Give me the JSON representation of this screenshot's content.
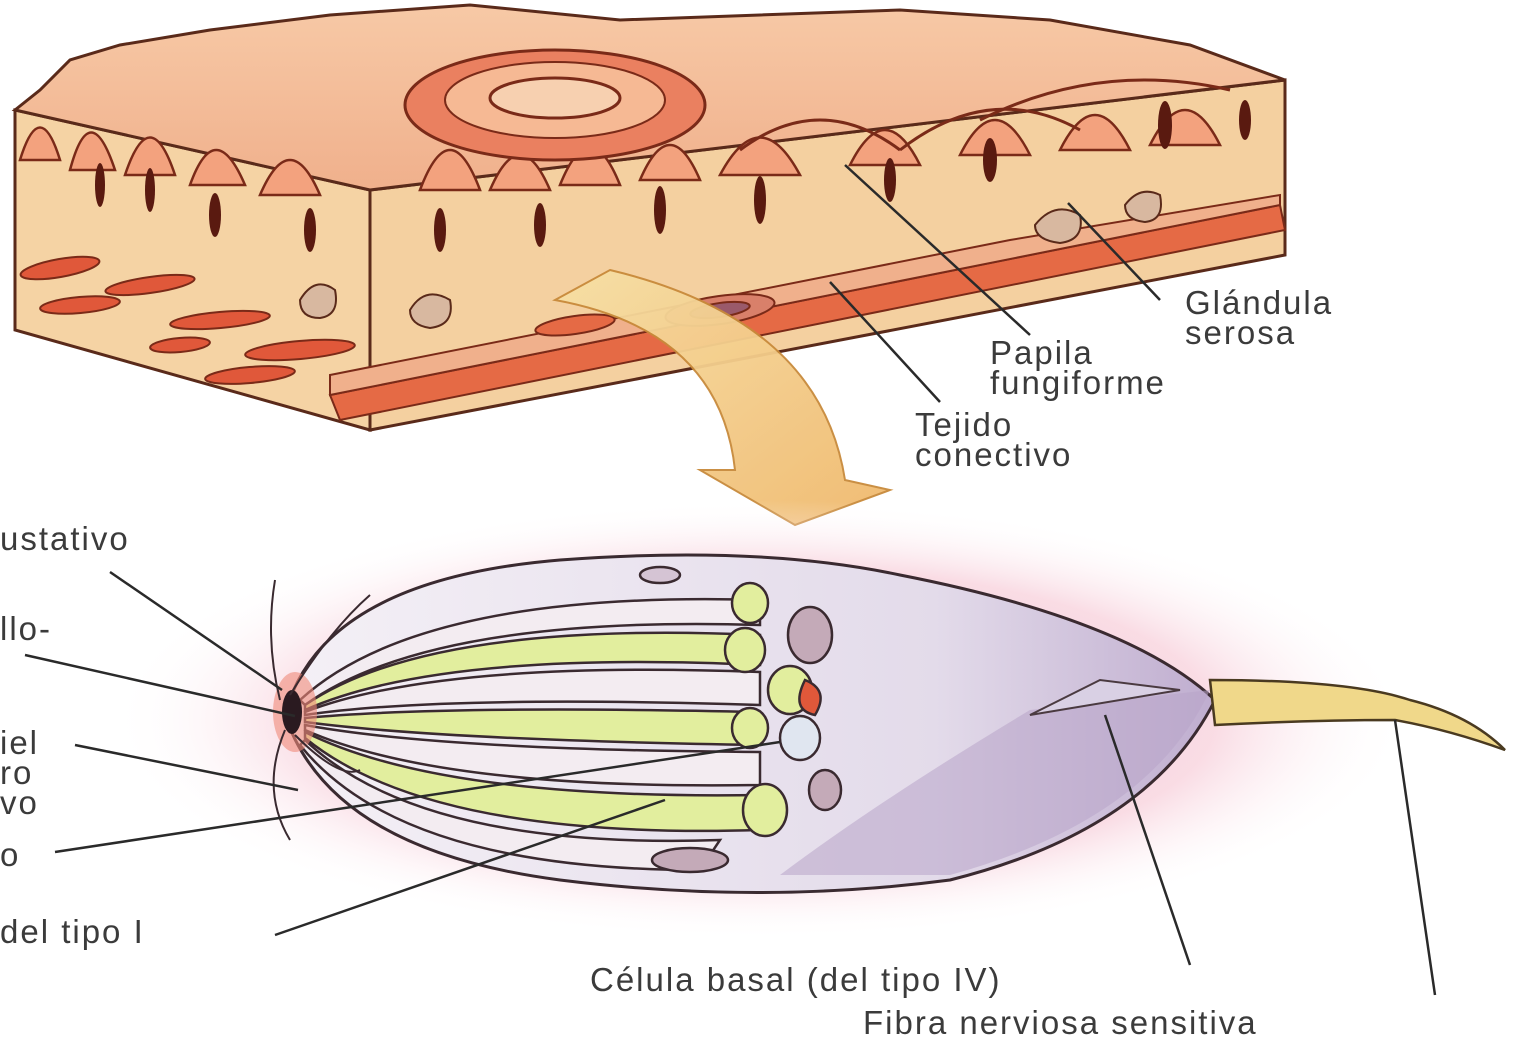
{
  "labels": {
    "glandula": [
      "Glándula",
      "serosa"
    ],
    "papila": [
      "Papila",
      "fungiforme"
    ],
    "tejido": [
      "Tejido",
      "conectivo"
    ],
    "poro": [
      "ustativo"
    ],
    "microvellosidad": [
      "llo-"
    ],
    "celula_sosten": [
      "iel",
      "ro",
      "vo"
    ],
    "celula_tipo2": [
      "o"
    ],
    "celula_tipo1": [
      "del tipo I"
    ],
    "basal": [
      "Célula basal (del tipo IV)"
    ],
    "fibra": [
      "Fibra nerviosa sensitiva"
    ]
  },
  "colors": {
    "tissue_light": "#f5d7a8",
    "tissue_pink": "#f3b894",
    "tissue_red": "#e0583a",
    "tissue_dark": "#8a2a1a",
    "arrow": "#f2c47a",
    "halo": "#f2b7c8",
    "bud_white": "#f0eef4",
    "bud_violet": "#c9b8d4",
    "cell_yellow": "#e2ee9e",
    "leader": "#2a2a2a",
    "label_text": "#3b3b3b"
  }
}
